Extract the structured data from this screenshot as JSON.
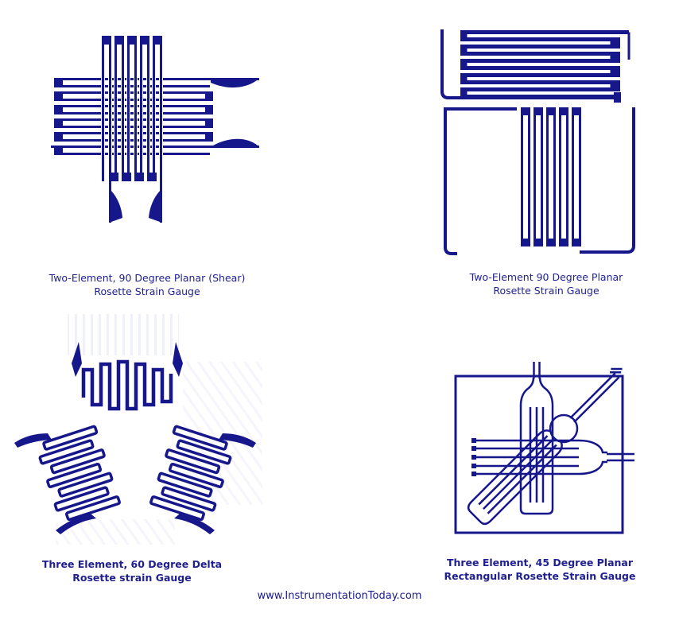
{
  "page": {
    "background": "#ffffff",
    "ink_color": "#17178c",
    "text_color": "#1f1f8f"
  },
  "figures": {
    "shear": {
      "caption_line1": "Two-Element, 90 Degree Planar (Shear)",
      "caption_line2": "Rosette Strain Gauge"
    },
    "planar90": {
      "caption_line1": "Two-Element 90 Degree Planar",
      "caption_line2": "Rosette Strain Gauge"
    },
    "delta60": {
      "caption_line1": "Three Element, 60 Degree Delta",
      "caption_line2": "Rosette strain Gauge"
    },
    "rect45": {
      "caption_line1": "Three Element, 45 Degree Planar",
      "caption_line2": "Rectangular Rosette Strain Gauge"
    }
  },
  "footer": {
    "website": "www.InstrumentationToday.com"
  }
}
